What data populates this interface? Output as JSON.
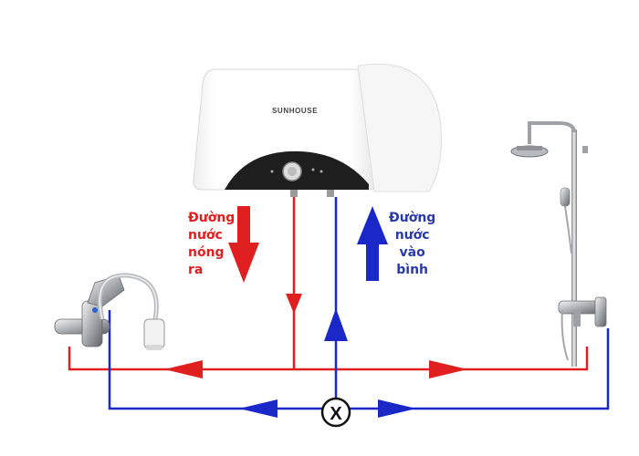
{
  "heater": {
    "brand": "SUNHOUSE"
  },
  "labels": {
    "hot_water_out": [
      "Đường",
      "nước",
      "nóng",
      "ra"
    ],
    "cold_water_in": [
      "Đường",
      "nước",
      "vào",
      "bình"
    ]
  },
  "valve": {
    "symbol": "X"
  },
  "colors": {
    "hot": "#e02020",
    "cold": "#1a28c8",
    "heater_body": "#ffffff",
    "heater_base": "#1e1e1e"
  },
  "icons": [
    "water-heater-icon",
    "faucet-icon",
    "shower-icon",
    "valve-icon",
    "arrow-down-icon",
    "arrow-up-icon"
  ]
}
